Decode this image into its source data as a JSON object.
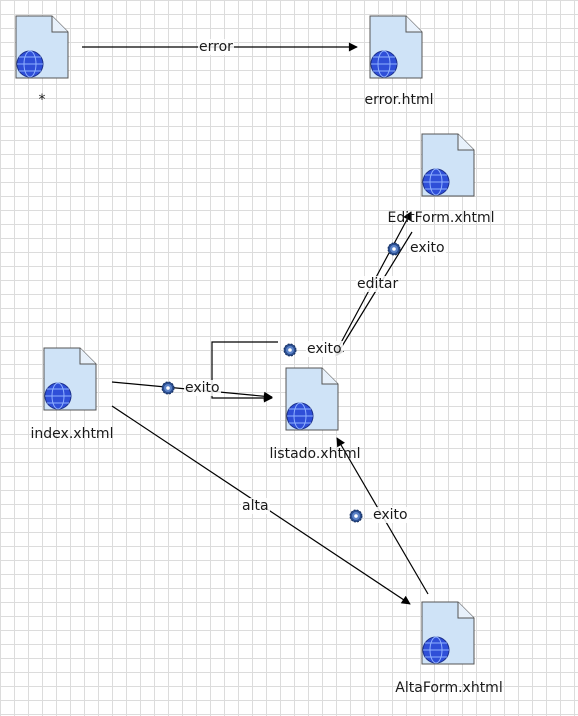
{
  "nodes": {
    "wildcard": {
      "label": "*"
    },
    "error": {
      "label": "error.html"
    },
    "editform": {
      "label": "EditForm.xhtml"
    },
    "index": {
      "label": "index.xhtml"
    },
    "listado": {
      "label": "listado.xhtml"
    },
    "altaform": {
      "label": "AltaForm.xhtml"
    }
  },
  "edges": {
    "wildcard_error": {
      "label": "error"
    },
    "index_listado": {
      "label": "exito"
    },
    "listado_self": {
      "label": "exito"
    },
    "listado_editform": {
      "label": "editar"
    },
    "editform_listado": {
      "label": "exito"
    },
    "index_altaform": {
      "label": "alta"
    },
    "altaform_listado": {
      "label": "exito"
    }
  },
  "colors": {
    "page_fill": "#cfe3f7",
    "globe": "#2f4fd8",
    "line": "#000000",
    "grid": "#dcdcdc"
  }
}
